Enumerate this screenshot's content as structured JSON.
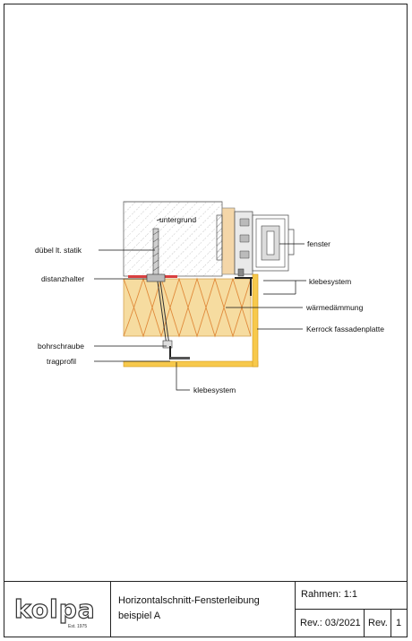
{
  "labels": {
    "untergrund": "untergrund",
    "fenster": "fenster",
    "duebel": "dübel lt. statik",
    "distanzhalter": "distanzhalter",
    "klebesystem_top": "klebesystem",
    "waermedaemmung": "wärmedämmung",
    "kerrock": "Kerrock fassadenplatte",
    "bohrschraube": "bohrschraube",
    "tragprofil": "tragprofil",
    "klebesystem_bottom": "klebesystem"
  },
  "title_block": {
    "logo_text": "kolpa",
    "logo_est": "Est. 1975",
    "title_line1": "Horizontalschnitt-Fensterleibung",
    "title_line2": "beispiel A",
    "scale_label": "Rahmen: 1:1",
    "revision_date": "Rev.: 03/2021",
    "revision_label": "Rev.",
    "revision_number": "1"
  },
  "colors": {
    "insulation": "#f6dca0",
    "insulation_lines": "#e08a3a",
    "panel": "#f7c94c",
    "adhesive": "#d94040"
  }
}
